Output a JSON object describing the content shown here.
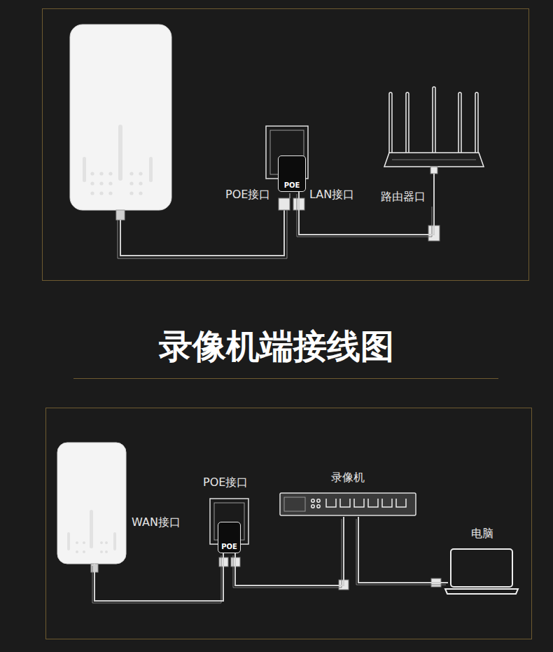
{
  "diagram": {
    "title": "录像机端接线图",
    "nodes": [
      {
        "text": [
          "POE"
        ]
      },
      {
        "text": [
          "路由器口"
        ]
      },
      {
        "text": [
          "WAN接口"
        ]
      },
      {
        "text": [
          "POE"
        ]
      },
      {
        "text": [
          "录像机"
        ]
      },
      {
        "text": [
          "电脑"
        ]
      }
    ],
    "edges": [
      {
        "from": 0,
        "to": 1,
        "arrow": "none"
      },
      {
        "from": 2,
        "to": 3,
        "arrow": "none"
      },
      {
        "from": 3,
        "to": 4,
        "arrow": "none"
      },
      {
        "from": 4,
        "to": 5,
        "arrow": "none"
      }
    ],
    "labels": [
      "POE接口",
      "LAN接口",
      "POE接口"
    ]
  }
}
